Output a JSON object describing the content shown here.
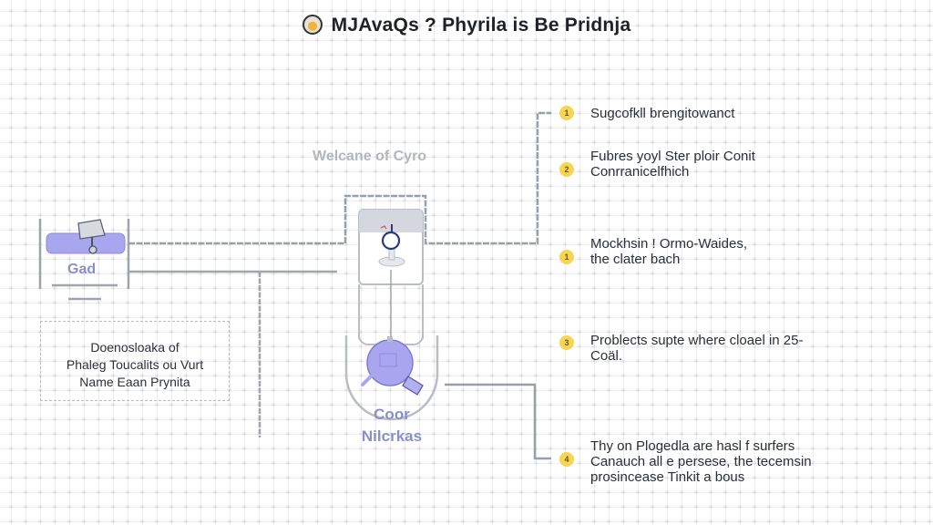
{
  "header": {
    "title": "MJAvaQs ? Phyrila is Be Pridnja",
    "logo_icon": "circular-badge-icon"
  },
  "diagram": {
    "subtitle": "Welcane of Cyro",
    "left_node": {
      "label": "Gad",
      "icon": "hammer-on-platform-icon"
    },
    "note_box": {
      "lines": [
        "Doenosloaka of",
        "Phaleg Toucalits ou Vurt",
        "Name Eaan Prynita"
      ]
    },
    "top_node": {
      "icon": "figure-on-stand-icon"
    },
    "center_node": {
      "icon": "magnifier-globe-icon",
      "label_lines": [
        "Coor",
        "Nilcrkas"
      ]
    }
  },
  "steps": [
    {
      "number": "1",
      "lines": [
        "Sugcofkll brengitowanct"
      ]
    },
    {
      "number": "2",
      "lines": [
        "Fubres yoyl Ster ploir Conit",
        "Conrranicelfhich"
      ]
    },
    {
      "number": "1",
      "lines": [
        "Mockhsin ! Ormo-Waides,",
        "the clater bach"
      ]
    },
    {
      "number": "3",
      "lines": [
        "Problects supte where cloael in 25-",
        "Coäl."
      ]
    },
    {
      "number": "4",
      "lines": [
        "Thy on Plogedla are hasl f surfers",
        "Canauch all e persese, the tecemsin",
        "prosincease Tinkit a bous"
      ]
    }
  ],
  "colors": {
    "accent_purple": "#a9a6f0",
    "label_purple": "#8a8fc8",
    "badge_yellow": "#f5d552",
    "wire_gray": "#9aa0a8"
  }
}
